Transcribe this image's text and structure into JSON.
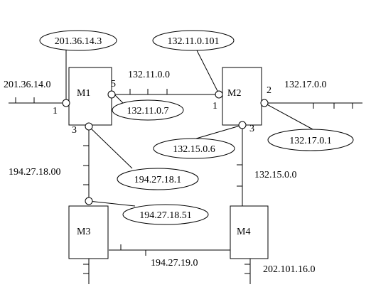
{
  "routers": {
    "m1": "M1",
    "m2": "M2",
    "m3": "M3",
    "m4": "M4"
  },
  "port_numbers": {
    "m1_left": "1",
    "m1_right": "5",
    "m1_bottom": "3",
    "m2_left": "1",
    "m2_right": "2",
    "m2_bottom": "3"
  },
  "network_labels": {
    "net_201": "201.36.14.0",
    "net_132_11": "132.11.0.0",
    "net_132_17": "132.17.0.0",
    "net_194_27_18": "194.27.18.00",
    "net_132_15": "132.15.0.0",
    "net_194_27_19": "194.27.19.0",
    "net_202": "202.101.16.0"
  },
  "address_bubbles": {
    "m1_p1": "201.36.14.3",
    "m1_p5": "132.11.0.7",
    "m1_p3": "194.27.18.1",
    "m2_p1": "132.11.0.101",
    "m2_p2": "132.17.0.1",
    "m2_p3": "132.15.0.6",
    "m3_top": "194.27.18.51"
  }
}
